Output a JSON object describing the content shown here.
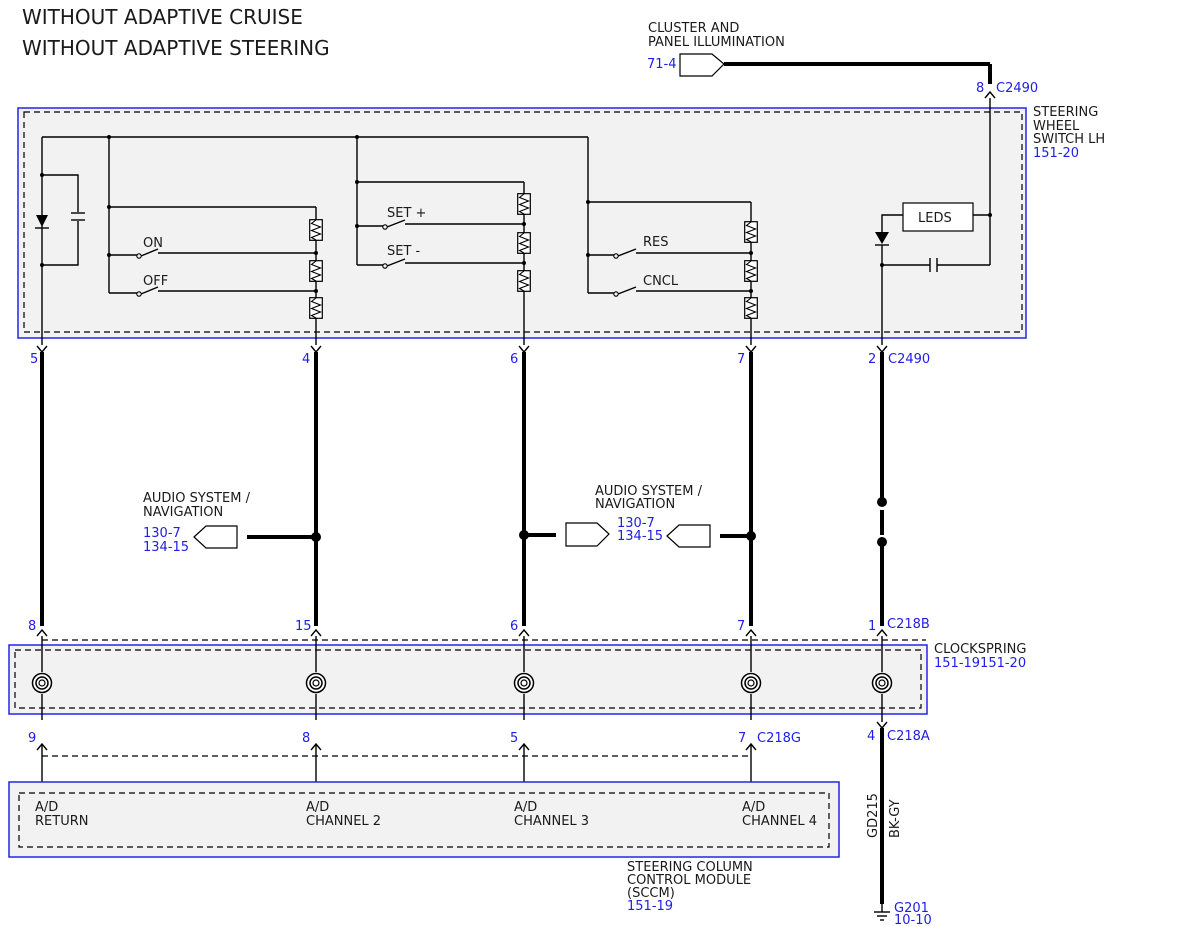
{
  "header": {
    "line1": "WITHOUT ADAPTIVE CRUISE",
    "line2": "WITHOUT ADAPTIVE STEERING"
  },
  "cluster": {
    "title_line1": "CLUSTER AND",
    "title_line2": "PANEL ILLUMINATION",
    "ref": "71-4"
  },
  "switch_module": {
    "title_line1": "STEERING",
    "title_line2": "WHEEL",
    "title_line3": "SWITCH LH",
    "ref": "151-20",
    "labels": {
      "on": "ON",
      "off": "OFF",
      "set_plus": "SET +",
      "set_minus": "SET -",
      "res": "RES",
      "cncl": "CNCL",
      "leds": "LEDS"
    }
  },
  "connectors": {
    "c2490_top_pin": "8",
    "c2490_name": "C2490",
    "c2490_bottom_pins": [
      "5",
      "4",
      "6",
      "7",
      "2"
    ],
    "c218b_pins": [
      "8",
      "15",
      "6",
      "7",
      "1"
    ],
    "c218b_name": "C218B",
    "c218g_pins": [
      "9",
      "8",
      "5",
      "7"
    ],
    "c218g_name": "C218G",
    "c218a_pin": "4",
    "c218a_name": "C218A"
  },
  "audio_left": {
    "title_line1": "AUDIO SYSTEM /",
    "title_line2": "NAVIGATION",
    "ref1": "130-7",
    "ref2": "134-15"
  },
  "audio_right": {
    "title_line1": "AUDIO SYSTEM /",
    "title_line2": "NAVIGATION",
    "ref1": "130-7",
    "ref2": "134-15"
  },
  "clockspring": {
    "title": "CLOCKSPRING",
    "ref": "151-19151-20"
  },
  "sccm": {
    "ad_return_line1": "A/D",
    "ad_return_line2": "RETURN",
    "ad_ch2_line1": "A/D",
    "ad_ch2_line2": "CHANNEL 2",
    "ad_ch3_line1": "A/D",
    "ad_ch3_line2": "CHANNEL 3",
    "ad_ch4_line1": "A/D",
    "ad_ch4_line2": "CHANNEL 4",
    "title_line1": "STEERING COLUMN",
    "title_line2": "CONTROL MODULE",
    "title_line3": "(SCCM)",
    "ref": "151-19"
  },
  "ground": {
    "circuit": "GD215",
    "color": "BK-GY",
    "name": "G201",
    "ref": "10-10"
  },
  "colors": {
    "reference_blue": "#1e1ee6",
    "module_border_blue": "#2424e8",
    "module_fill": "#f2f2f2",
    "wire": "#000000"
  }
}
